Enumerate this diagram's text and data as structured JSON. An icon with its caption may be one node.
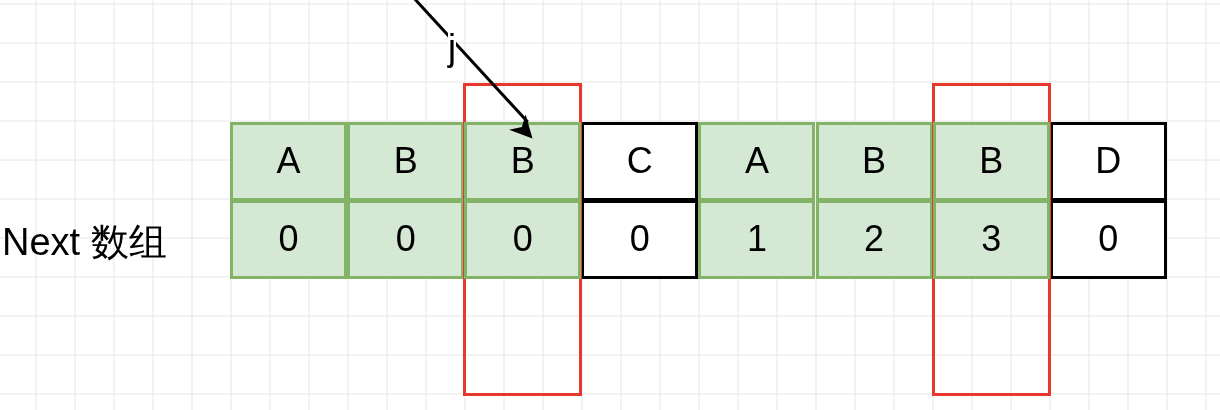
{
  "diagram": {
    "nodes": [
      {
        "text": [],
        "shape": "box"
      },
      {
        "text": [],
        "shape": "box"
      },
      {
        "text": [
          "A"
        ]
      },
      {
        "text": [
          "B"
        ]
      },
      {
        "text": [
          "B"
        ],
        "in": 0
      },
      {
        "text": [
          "C"
        ]
      },
      {
        "text": [
          "A"
        ]
      },
      {
        "text": [
          "B"
        ]
      },
      {
        "text": [
          "B"
        ],
        "in": 1
      },
      {
        "text": [
          "D"
        ]
      },
      {
        "text": [
          "0"
        ]
      },
      {
        "text": [
          "0"
        ]
      },
      {
        "text": [
          "0"
        ],
        "in": 0
      },
      {
        "text": [
          "0"
        ]
      },
      {
        "text": [
          "1"
        ]
      },
      {
        "text": [
          "2"
        ]
      },
      {
        "text": [
          "3"
        ],
        "in": 1
      },
      {
        "text": [
          "0"
        ]
      }
    ],
    "edges": [
      {
        "from": null,
        "to": 4,
        "arrow": "to",
        "label": "j"
      }
    ],
    "labels": [
      "Next 数组"
    ]
  }
}
